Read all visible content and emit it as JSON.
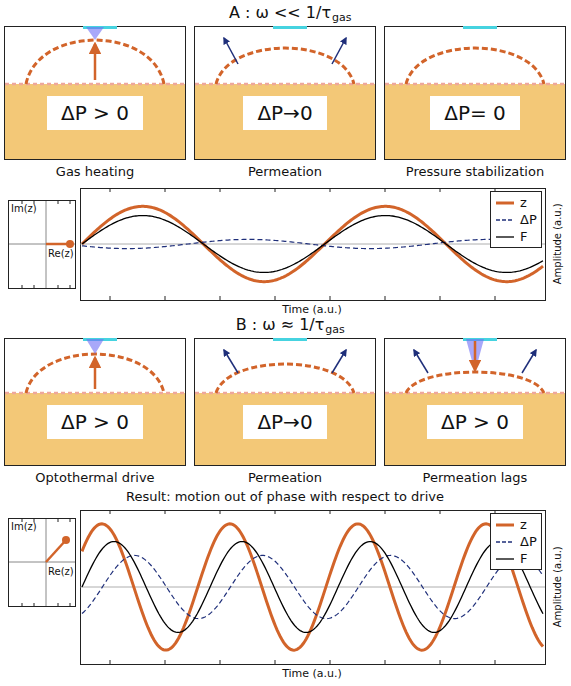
{
  "diagram": {
    "nodes": [
      {
        "text": [
          "ΔP > 0"
        ]
      },
      {
        "text": [
          "ΔP→0"
        ]
      },
      {
        "text": [
          "ΔP= 0"
        ]
      },
      {
        "text": [
          "ΔP > 0"
        ]
      },
      {
        "text": [
          "ΔP→0"
        ]
      },
      {
        "text": [
          "ΔP > 0"
        ]
      }
    ],
    "labels": [
      "A : ω << 1/τ",
      "gas",
      "Gas heating",
      "Permeation",
      "Pressure stabilization",
      "Im(z)",
      "Re(z)",
      "Time (a.u.)",
      "Amplitude (a.u.)",
      "B : ω ≈ 1/τ",
      "gas",
      "Optothermal drive",
      "Permeation",
      "Permeation lags",
      "Result: motion out of phase with respect to drive",
      "Im(z)",
      "Re(z)",
      "Time (a.u.)",
      "Amplitude (a.u.)"
    ],
    "legend": [
      {
        "text": "z"
      },
      {
        "text": "ΔP"
      },
      {
        "text": "F"
      },
      {
        "text": "z"
      },
      {
        "text": "ΔP"
      },
      {
        "text": "F"
      }
    ]
  }
}
